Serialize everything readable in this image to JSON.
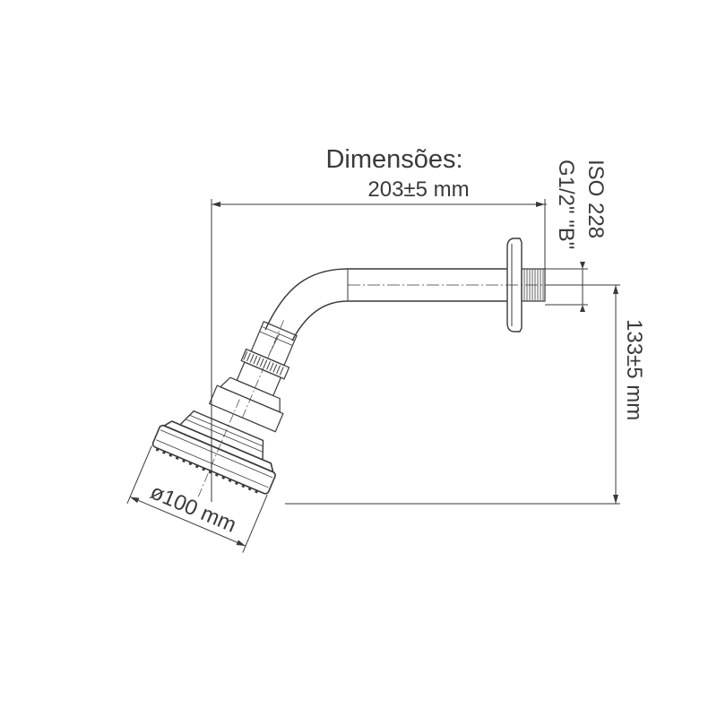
{
  "title": "Dimensões:",
  "dimensions": {
    "length": "203±5 mm",
    "height": "133±5 mm",
    "diameter": "ø100 mm"
  },
  "thread": {
    "line1": "ISO 228",
    "line2": "G1/2\" \"B\""
  },
  "colors": {
    "line": "#3a3a3a",
    "background": "#ffffff"
  }
}
